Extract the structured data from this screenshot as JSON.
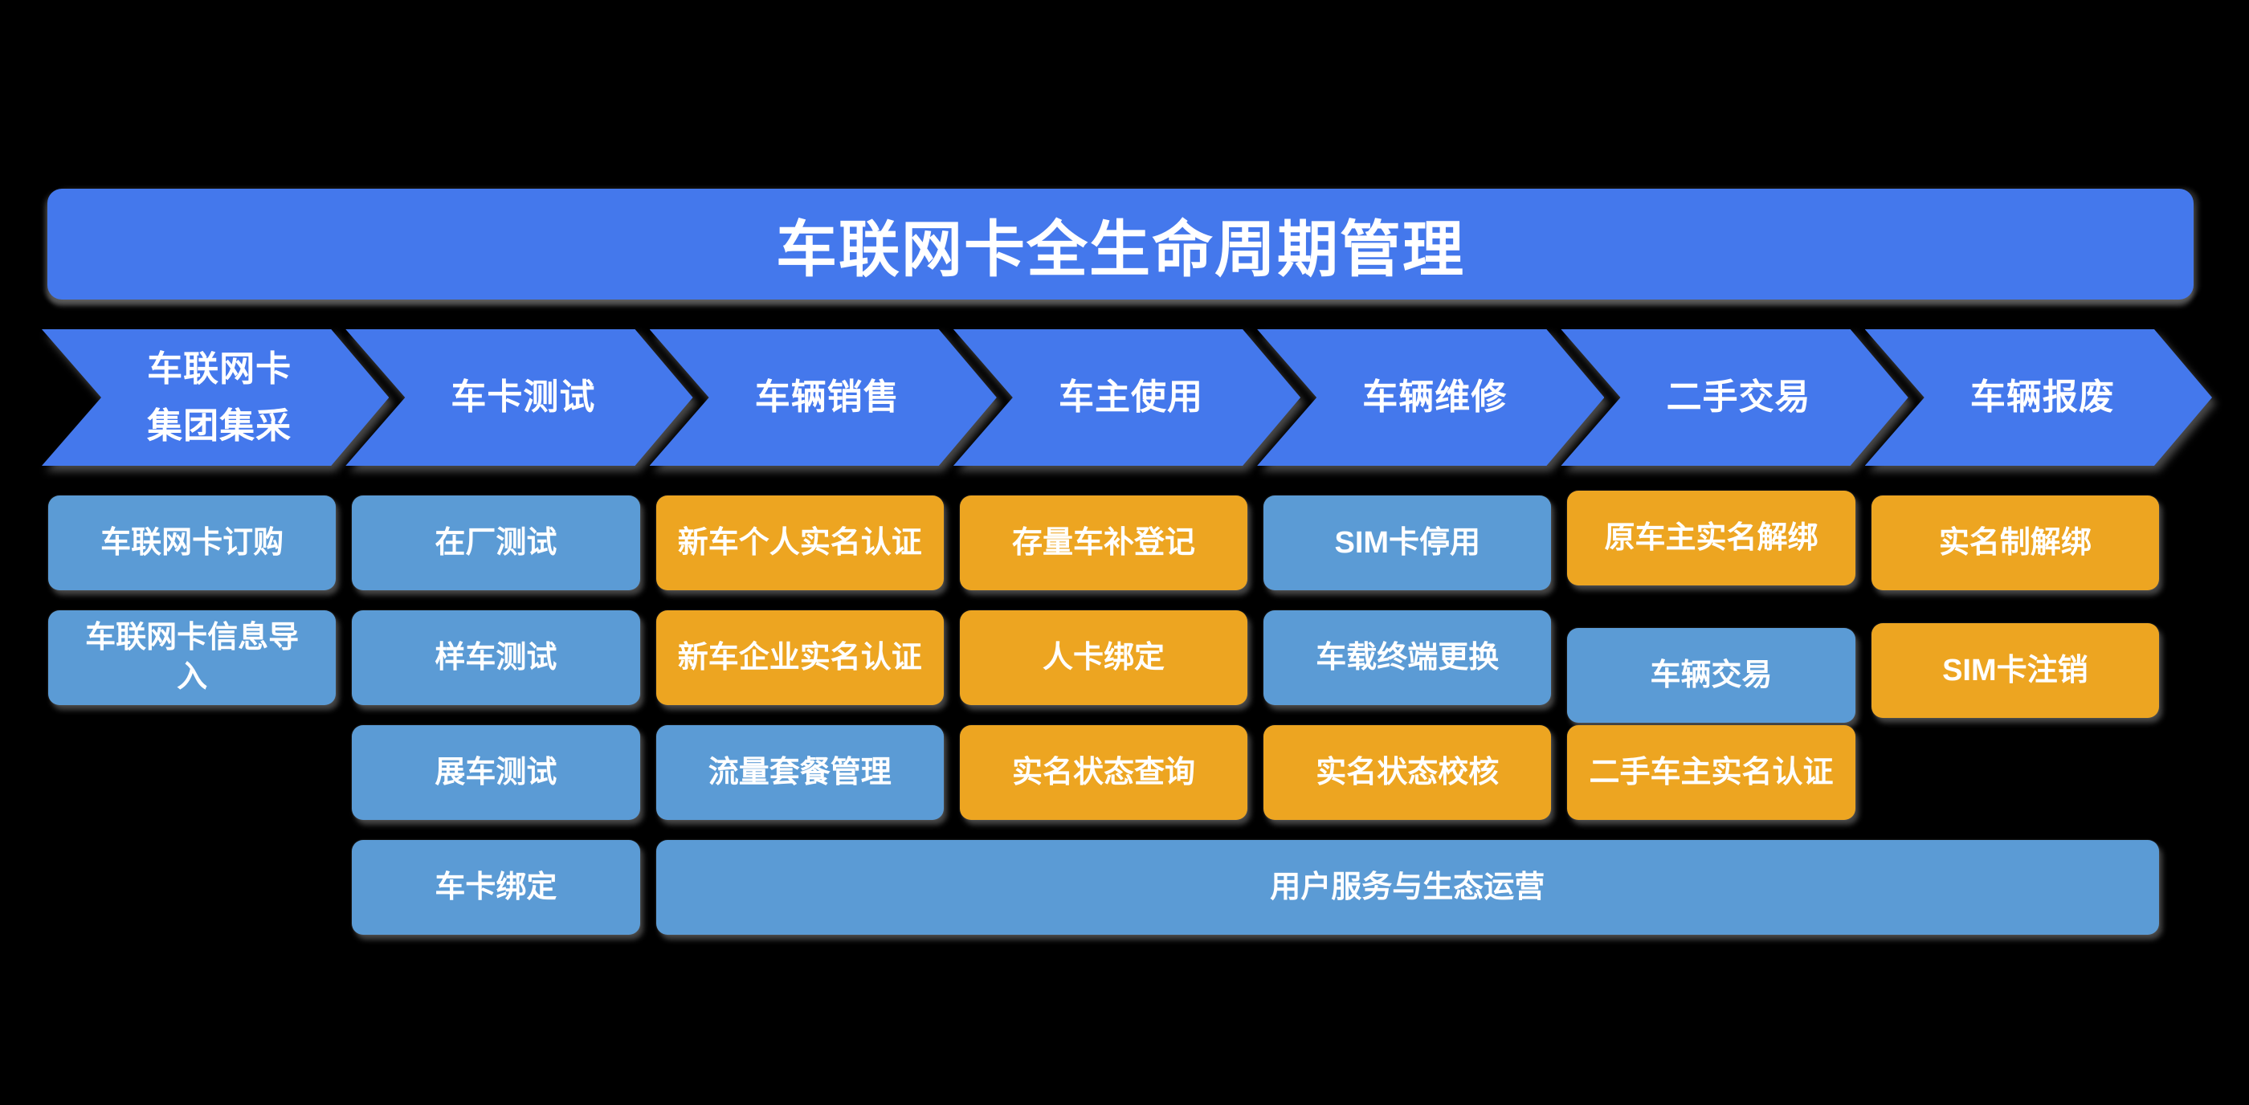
{
  "title": "车联网卡全生命周期管理",
  "colors": {
    "banner_blue": "#4478EC",
    "box_blue": "#5B9BD5",
    "box_orange": "#EDA521",
    "text": "#FFFFFF",
    "background": "#000000"
  },
  "stages": [
    {
      "label_lines": [
        "车联网卡",
        "集团集采"
      ],
      "items": [
        {
          "label": "车联网卡订购",
          "variant": "blue"
        },
        {
          "label": "车联网卡信息导入",
          "variant": "blue"
        }
      ]
    },
    {
      "label_lines": [
        "车卡测试"
      ],
      "items": [
        {
          "label": "在厂测试",
          "variant": "blue"
        },
        {
          "label": "样车测试",
          "variant": "blue"
        },
        {
          "label": "展车测试",
          "variant": "blue"
        },
        {
          "label": "车卡绑定",
          "variant": "blue"
        }
      ]
    },
    {
      "label_lines": [
        "车辆销售"
      ],
      "items": [
        {
          "label": "新车个人实名认证",
          "variant": "orange"
        },
        {
          "label": "新车企业实名认证",
          "variant": "orange"
        },
        {
          "label": "流量套餐管理",
          "variant": "blue"
        }
      ]
    },
    {
      "label_lines": [
        "车主使用"
      ],
      "items": [
        {
          "label": "存量车补登记",
          "variant": "orange"
        },
        {
          "label": "人卡绑定",
          "variant": "orange"
        },
        {
          "label": "实名状态查询",
          "variant": "orange"
        }
      ]
    },
    {
      "label_lines": [
        "车辆维修"
      ],
      "items": [
        {
          "label": "SIM卡停用",
          "variant": "blue"
        },
        {
          "label": "车载终端更换",
          "variant": "blue"
        },
        {
          "label": "实名状态校核",
          "variant": "orange"
        }
      ]
    },
    {
      "label_lines": [
        "二手交易"
      ],
      "items": [
        {
          "label": "原车主实名解绑",
          "variant": "orange"
        },
        {
          "label": "车辆交易",
          "variant": "blue"
        },
        {
          "label": "二手车主实名认证",
          "variant": "orange"
        }
      ]
    },
    {
      "label_lines": [
        "车辆报废"
      ],
      "items": [
        {
          "label": "实名制解绑",
          "variant": "orange"
        },
        {
          "label": "SIM卡注销",
          "variant": "orange"
        }
      ]
    }
  ],
  "footer_bar": {
    "label": "用户服务与生态运营"
  }
}
